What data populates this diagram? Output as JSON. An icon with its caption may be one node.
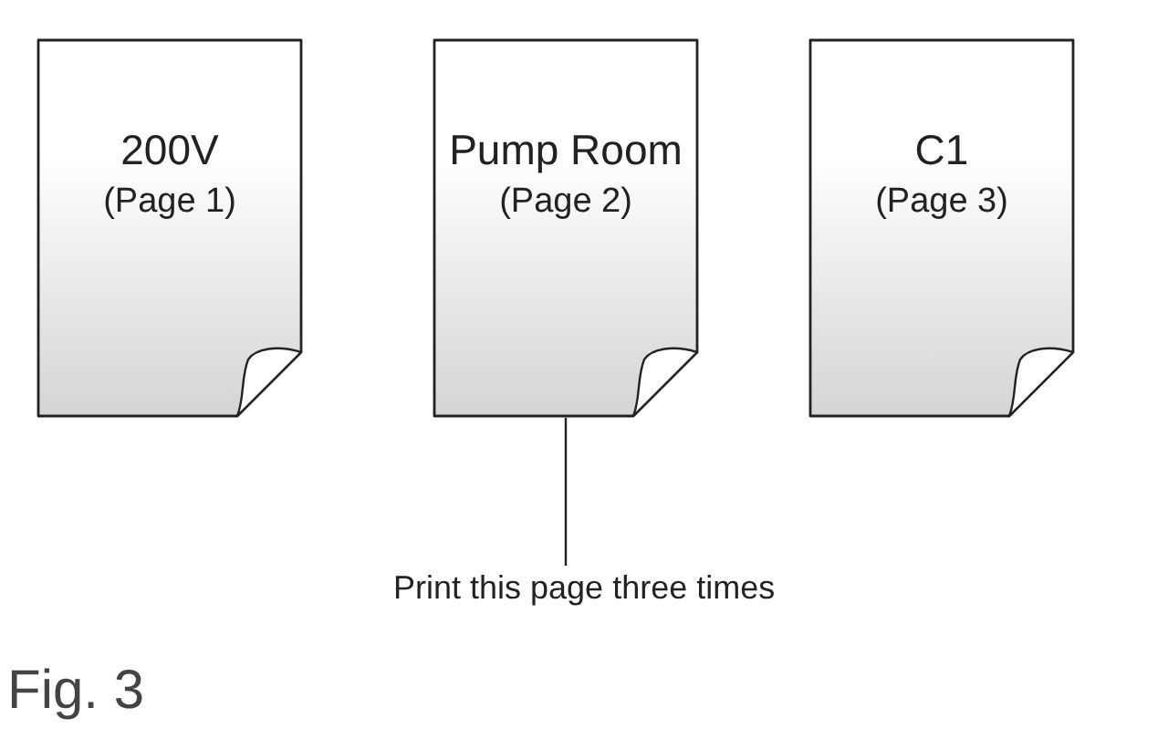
{
  "diagram": {
    "caption": "Fig. 3",
    "nodes": [
      {
        "text": [
          "200V",
          "(Page 1)"
        ]
      },
      {
        "text": [
          "Pump Room",
          "(Page 2)"
        ]
      },
      {
        "text": [
          "C1",
          "(Page 3)"
        ]
      },
      {
        "text": [
          "Print this page three times"
        ]
      }
    ],
    "edges": [
      {
        "from": 3,
        "to": 1,
        "arrow": "none"
      }
    ]
  }
}
